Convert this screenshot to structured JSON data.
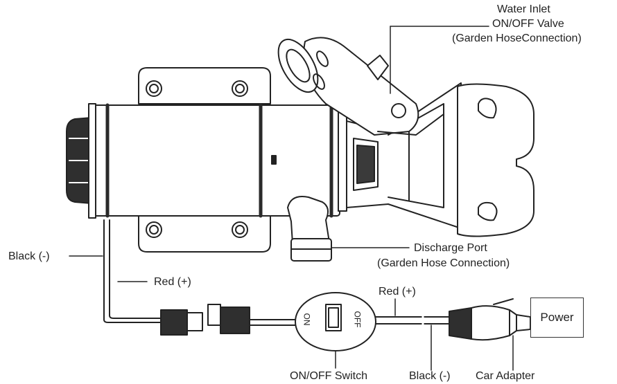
{
  "diagram": {
    "labels": {
      "water_inlet_line1": "Water Inlet",
      "water_inlet_line2": "ON/OFF Valve",
      "water_inlet_line3": "(Garden HoseConnection)",
      "discharge_line1": "Discharge Port",
      "discharge_line2": "(Garden Hose Connection)",
      "black_left": "Black (-)",
      "red_left": "Red (+)",
      "red_right": "Red (+)",
      "black_bottom": "Black (-)",
      "switch": "ON/OFF Switch",
      "car_adapter": "Car Adapter",
      "power": "Power",
      "switch_on": "ON",
      "switch_off": "OFF"
    },
    "colors": {
      "line": "#222222",
      "fill": "#ffffff",
      "shade": "#3a3a3a"
    },
    "icons": [
      "pump-motor-illustration",
      "ball-valve-illustration",
      "switch-housing-illustration",
      "car-plug-illustration"
    ]
  }
}
